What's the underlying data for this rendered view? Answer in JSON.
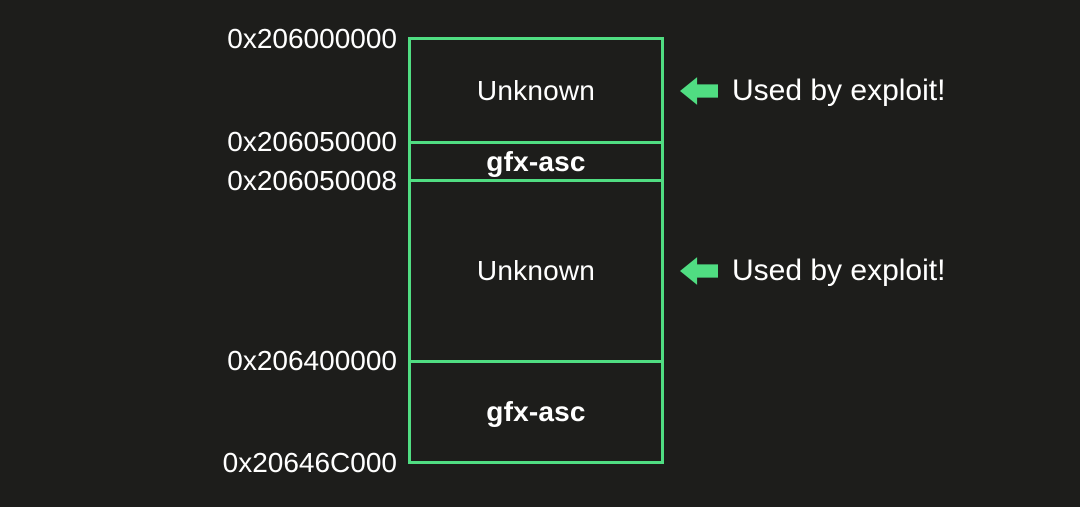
{
  "colors": {
    "background": "#1d1d1b",
    "accent_green": "#50dd82",
    "text": "#ffffff"
  },
  "diagram": {
    "addresses": [
      {
        "text": "0x206000000"
      },
      {
        "text": "0x206050000"
      },
      {
        "text": "0x206050008"
      },
      {
        "text": "0x206400000"
      },
      {
        "text": "0x20646C000"
      }
    ],
    "regions": [
      {
        "label": "Unknown"
      },
      {
        "label": "gfx-asc"
      },
      {
        "label": "Unknown"
      },
      {
        "label": "gfx-asc"
      }
    ],
    "annotations": [
      {
        "icon": "left-arrow-icon",
        "text": "Used by exploit!"
      },
      {
        "icon": "left-arrow-icon",
        "text": "Used by exploit!"
      }
    ]
  }
}
